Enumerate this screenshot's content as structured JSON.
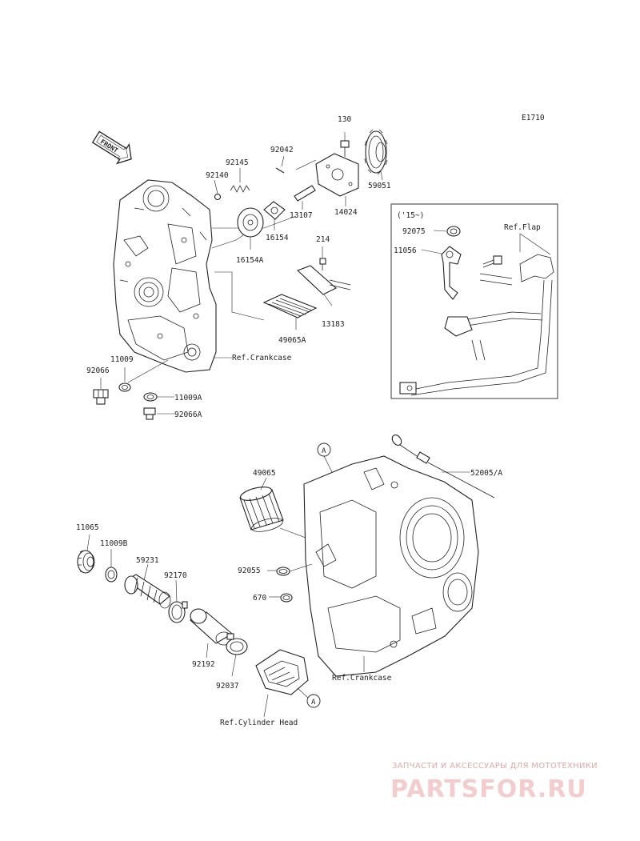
{
  "figure_code": "E1710",
  "front_arrow_text": "FRONT",
  "inset_title": "('15~)",
  "parts": {
    "p130": "130",
    "p92042": "92042",
    "p92145": "92145",
    "p92140": "92140",
    "p59051": "59051",
    "p14024": "14024",
    "p13107": "13107",
    "p16154": "16154",
    "p16154a": "16154A",
    "p214": "214",
    "p13183": "13183",
    "p49065a": "49065A",
    "p11009": "11009",
    "p92066": "92066",
    "p11009a": "11009A",
    "p92066a": "92066A",
    "p92075": "92075",
    "p11056": "11056",
    "p49065": "49065",
    "p52005a": "52005/A",
    "p11065": "11065",
    "p11009b": "11009B",
    "p59231": "59231",
    "p92170": "92170",
    "p92055": "92055",
    "p670": "670",
    "p92192": "92192",
    "p92037": "92037"
  },
  "refs": {
    "crankcase_upper": "Ref.Crankcase",
    "flap": "Ref.Flap",
    "crankcase_lower": "Ref.Crankcase",
    "cylinder_head": "Ref.Cylinder Head"
  },
  "callouts": {
    "a_top": "A",
    "a_bottom": "A"
  },
  "watermark": {
    "tagline": "ЗАПЧАСТИ И АКСЕССУАРЫ ДЛЯ МОТОТЕХНИКИ",
    "brand": "PARTSFOR.RU",
    "color": "#d04040"
  }
}
